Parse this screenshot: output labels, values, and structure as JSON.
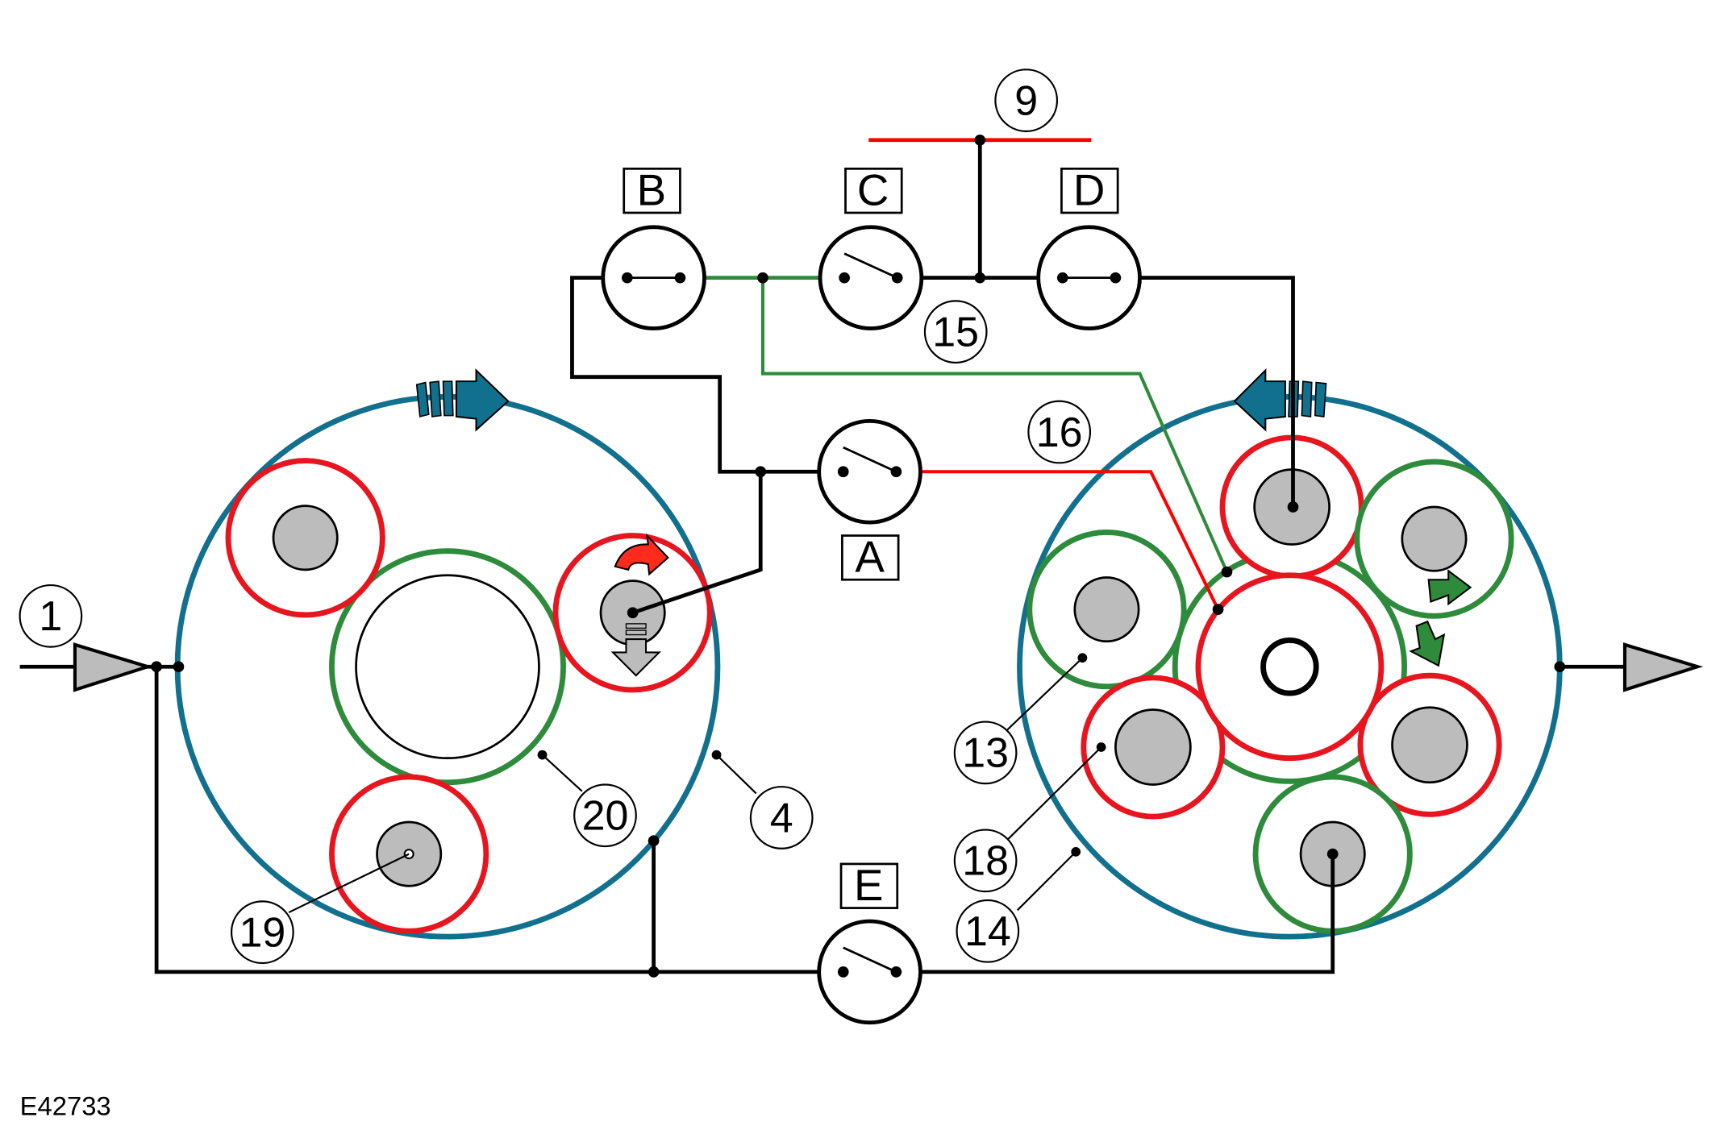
{
  "figure_ref": "E42733",
  "colors": {
    "wire_black": "#000000",
    "wire_red": "#ff0000",
    "wire_green": "#2e8b3c",
    "drum_blue": "#12708f",
    "clutch_red": "#e8141e",
    "clutch_green": "#2e8b3c",
    "gear_grey": "#bcbcbc"
  },
  "switch_labels": {
    "A": "A",
    "B": "B",
    "C": "C",
    "D": "D",
    "E": "E"
  },
  "callouts": {
    "c1": "1",
    "c4": "4",
    "c9": "9",
    "c13": "13",
    "c14": "14",
    "c15": "15",
    "c16": "16",
    "c18": "18",
    "c19": "19",
    "c20": "20"
  },
  "icons": [
    "input-arrow-icon",
    "output-arrow-icon",
    "rotation-arrow-icon",
    "switch-icon"
  ]
}
